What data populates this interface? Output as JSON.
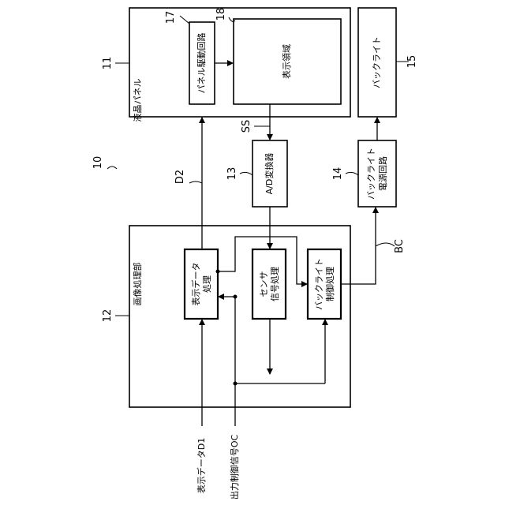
{
  "labels": {
    "system_ref": "10",
    "lcd_panel": "液晶パネル",
    "lcd_panel_ref": "11",
    "image_processor": "画像処理部",
    "image_processor_ref": "12",
    "ad_converter": "A/D変換器",
    "ad_converter_ref": "13",
    "backlight_power_line1": "バックライト",
    "backlight_power_line2": "電源回路",
    "backlight_power_ref": "14",
    "backlight": "バックライト",
    "backlight_ref": "15",
    "panel_driver": "パネル駆動回路",
    "panel_driver_ref": "17",
    "display_area": "表示領域",
    "display_area_ref": "18",
    "display_data_proc_line1": "表示データ",
    "display_data_proc_line2": "処理",
    "sensor_proc_line1": "センサ",
    "sensor_proc_line2": "信号処理",
    "backlight_ctrl_line1": "バックライト",
    "backlight_ctrl_line2": "制御処理",
    "signal_d2": "D2",
    "signal_ss": "SS",
    "signal_bc": "BC",
    "input_display_data": "表示データD1",
    "input_output_control": "出力制御信号OC"
  }
}
